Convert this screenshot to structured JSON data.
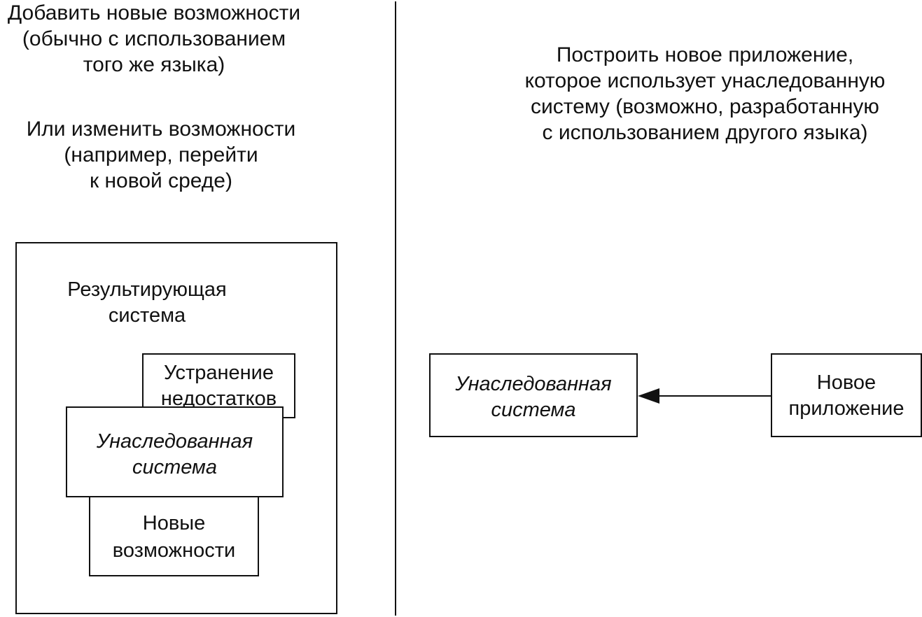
{
  "left": {
    "add_text": [
      "Добавить новые возможности",
      "(обычно с использованием",
      "того же языка)"
    ],
    "or_text": [
      "Или изменить возможности",
      "(например, перейти",
      "к новой среде)"
    ],
    "result_title": [
      "Результирующая",
      "система"
    ],
    "fixes_box": [
      "Устранение",
      "недостатков"
    ],
    "legacy_box": [
      "Унаследованная",
      "система"
    ],
    "new_features_box": [
      "Новые",
      "возможности"
    ]
  },
  "right": {
    "build_text": [
      "Построить новое приложение,",
      "которое использует унаследованную",
      "систему (возможно, разработанную",
      "с использованием другого языка)"
    ],
    "legacy_box": [
      "Унаследованная",
      "система"
    ],
    "new_app_box": [
      "Новое",
      "приложение"
    ]
  },
  "colors": {
    "ink": "#111111",
    "background": "#ffffff"
  }
}
